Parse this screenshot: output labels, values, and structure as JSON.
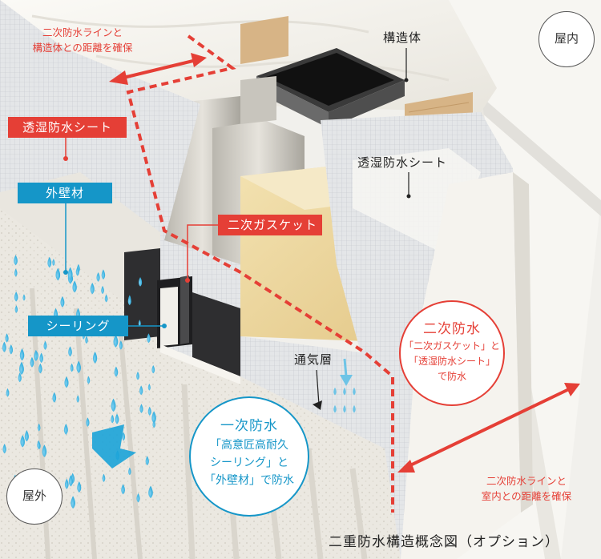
{
  "labels": {
    "indoor": "屋内",
    "outdoor": "屋外",
    "structure": "構造体",
    "sheet_left": "透湿防水シート",
    "sheet_right": "透湿防水シート",
    "exterior_wall": "外壁材",
    "gasket": "二次ガスケット",
    "sealing": "シーリング",
    "air_layer": "通気層",
    "figure_title": "二重防水構造概念図（オプション）"
  },
  "notes": {
    "top_left": [
      "二次防水ラインと",
      "構造体との距離を確保"
    ],
    "bottom_right": [
      "二次防水ラインと",
      "室内との距離を確保"
    ]
  },
  "secondary": {
    "title": "二次防水",
    "lines": [
      "「二次ガスケット」と",
      "「透湿防水シート」",
      "で防水"
    ]
  },
  "primary": {
    "title": "一次防水",
    "lines": [
      "「高意匠高耐久",
      "シーリング」と",
      "「外壁材」で防水"
    ]
  },
  "colors": {
    "red": "#e53f36",
    "blue": "#1596c8",
    "dark": "#222222"
  }
}
